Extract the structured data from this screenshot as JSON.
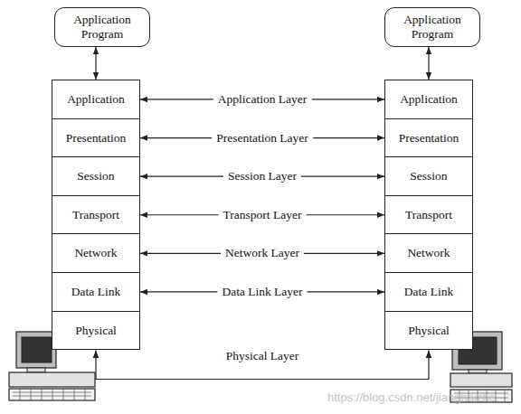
{
  "diagram": {
    "nodes": [
      {
        "text": [
          "Application Program"
        ]
      },
      {
        "text": [
          "Application Program"
        ]
      },
      {
        "text": [
          "Application"
        ]
      },
      {
        "text": [
          "Presentation"
        ]
      },
      {
        "text": [
          "Session"
        ]
      },
      {
        "text": [
          "Transport"
        ]
      },
      {
        "text": [
          "Network"
        ]
      },
      {
        "text": [
          "Data Link"
        ]
      },
      {
        "text": [
          "Physical"
        ]
      },
      {
        "text": [
          "Application"
        ]
      },
      {
        "text": [
          "Presentation"
        ]
      },
      {
        "text": [
          "Session"
        ]
      },
      {
        "text": [
          "Transport"
        ]
      },
      {
        "text": [
          "Network"
        ]
      },
      {
        "text": [
          "Data Link"
        ]
      },
      {
        "text": [
          "Physical"
        ]
      }
    ],
    "edges": [
      {
        "from": 0,
        "to": 2,
        "arrow": "both"
      },
      {
        "from": 1,
        "to": 9,
        "arrow": "both"
      },
      {
        "from": 2,
        "to": 9,
        "label": "Application Layer",
        "arrow": "both"
      },
      {
        "from": 3,
        "to": 10,
        "label": "Presentation Layer",
        "arrow": "both"
      },
      {
        "from": 4,
        "to": 11,
        "label": "Session Layer",
        "arrow": "both"
      },
      {
        "from": 5,
        "to": 12,
        "label": "Transport Layer",
        "arrow": "both"
      },
      {
        "from": 6,
        "to": 13,
        "label": "Network Layer",
        "arrow": "both"
      },
      {
        "from": 7,
        "to": 14,
        "label": "Data Link Layer",
        "arrow": "both"
      },
      {
        "from": 8,
        "to": 15,
        "label": "Physical Layer",
        "arrow": "both"
      }
    ],
    "labels": [
      "https://blog.csdn.net/jianghaizhe"
    ]
  }
}
